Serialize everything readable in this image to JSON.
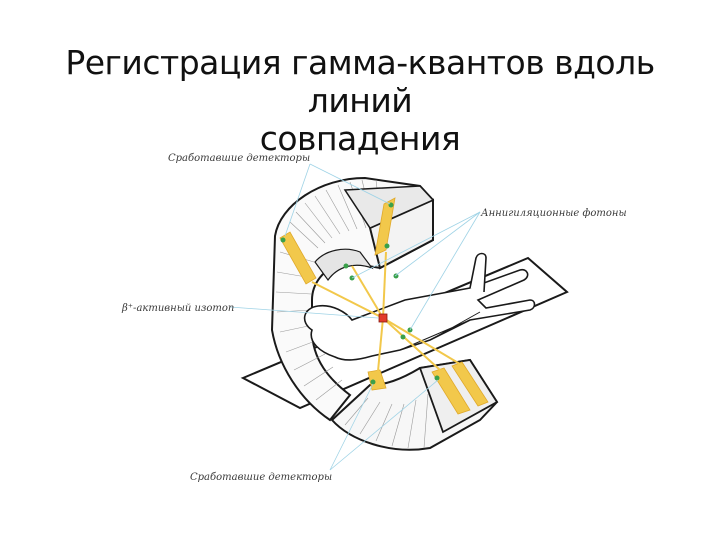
{
  "slide": {
    "title_line1": "Регистрация гамма-квантов вдоль линий",
    "title_line2": "совпадения"
  },
  "diagram": {
    "labels": {
      "detectors_top": "Сработавшие детекторы",
      "annihilation": "Аннигиляционные фотоны",
      "isotope": "β⁺-активный изотоп",
      "detectors_bottom": "Сработавшие детекторы"
    },
    "colors": {
      "beam": "#f2c84b",
      "beam_edge": "#e0a92a",
      "isotope": "#e23b2b",
      "photon": "#3aa04a",
      "pointer": "#9fd3e6",
      "outline": "#1a1a1a"
    }
  }
}
